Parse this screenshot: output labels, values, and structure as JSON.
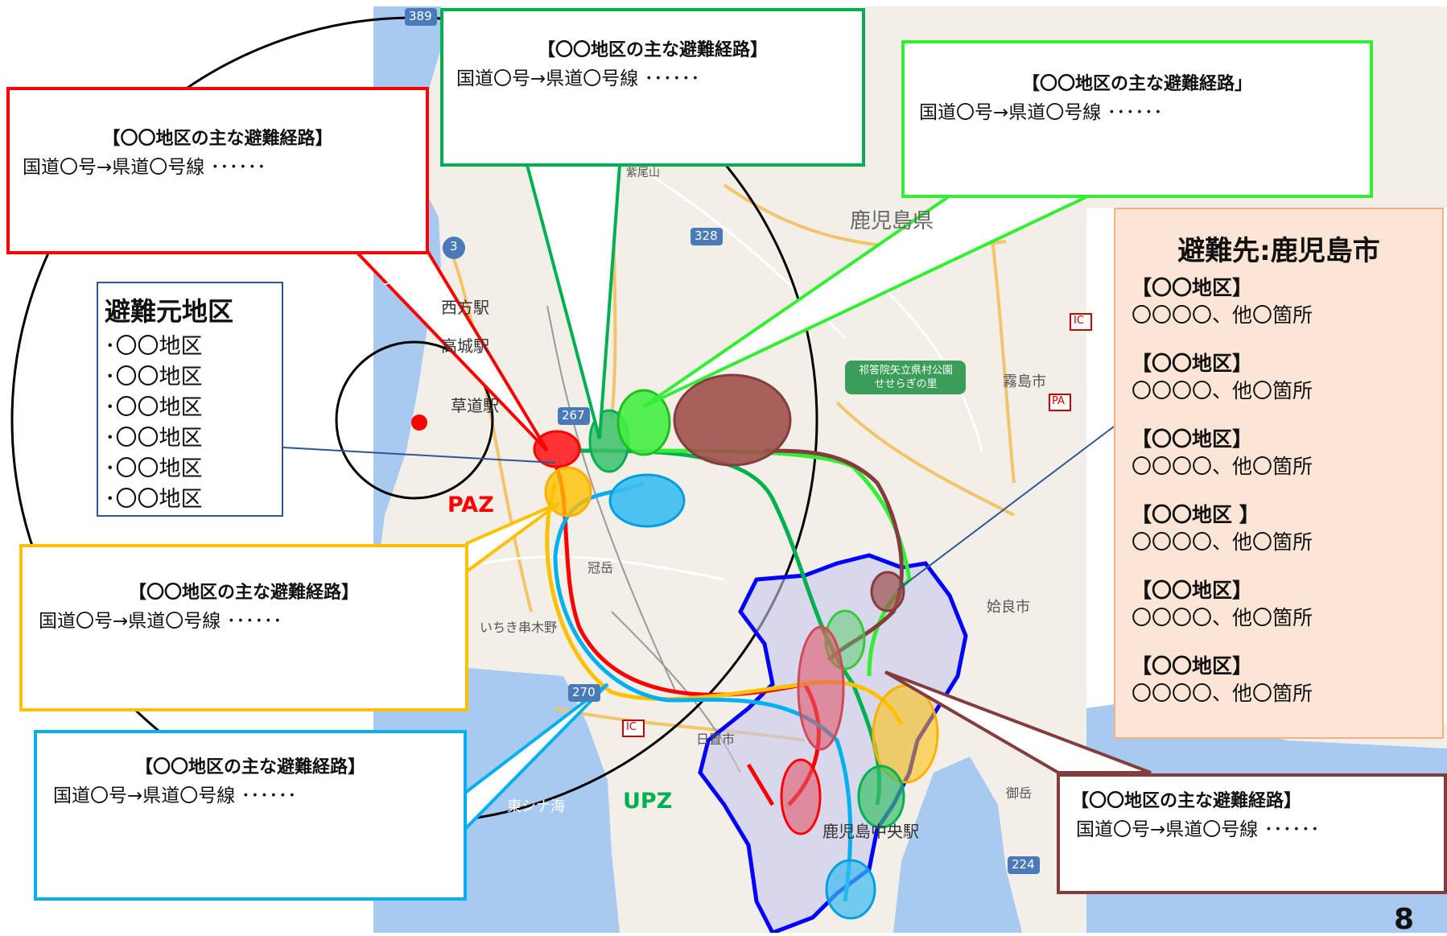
{
  "callouts": [
    {
      "id": "red",
      "title": "【〇〇地区の主な避難経路】",
      "route": "国道〇号→県道〇号線 ･･････"
    },
    {
      "id": "green",
      "title": "【〇〇地区の主な避難経路】",
      "route": "国道〇号→県道〇号線 ･･････"
    },
    {
      "id": "lime",
      "title": "【〇〇地区の主な避難経路」",
      "route": "国道〇号→県道〇号線 ･･････"
    },
    {
      "id": "orange",
      "title": "【〇〇地区の主な避難経路】",
      "route": "国道〇号→県道〇号線 ･･････"
    },
    {
      "id": "blue",
      "title": "【〇〇地区の主な避難経路】",
      "route": "国道〇号→県道〇号線 ･･････"
    },
    {
      "id": "brown",
      "title": "【〇〇地区の主な避難経路】",
      "route": "国道〇号→県道〇号線 ･･････"
    }
  ],
  "source_areas": {
    "title": "避難元地区",
    "items": [
      "･〇〇地区",
      "･〇〇地区",
      "･〇〇地区",
      "･〇〇地区",
      "･〇〇地区",
      "･〇〇地区"
    ]
  },
  "destination": {
    "title": "避難先:鹿児島市",
    "groups": [
      {
        "district": "【〇〇地区】",
        "facilities": "〇〇〇〇、他〇箇所"
      },
      {
        "district": "【〇〇地区】",
        "facilities": "〇〇〇〇、他〇箇所"
      },
      {
        "district": "【〇〇地区】",
        "facilities": "〇〇〇〇、他〇箇所"
      },
      {
        "district": "【〇〇地区 】",
        "facilities": "〇〇〇〇、他〇箇所"
      },
      {
        "district": "【〇〇地区】",
        "facilities": "〇〇〇〇、他〇箇所"
      },
      {
        "district": "【〇〇地区】",
        "facilities": "〇〇〇〇、他〇箇所"
      }
    ]
  },
  "zones": {
    "paz": "PAZ",
    "upz": "UPZ"
  },
  "map_labels": {
    "prefecture": "鹿児島県",
    "nishikata": "西方駅",
    "satsuma_takagi": "高城駅",
    "kusamichi": "草道駅",
    "kanmuri": "冠岳",
    "ichiki": "いちき串木野",
    "hioki": "日置市",
    "kirishima": "霧島市",
    "aira": "姶良市",
    "kagoshima_chuo": "鹿児島中央駅",
    "higashi_shinakai": "東シナ海",
    "east_sea_top": "シナ海",
    "gogaku": "御岳",
    "park": "祁答院矢立県村公園\nせせらぎの里",
    "route_3": "3",
    "route_267": "267",
    "route_328": "328",
    "route_270": "270",
    "route_224": "224",
    "route_389": "389",
    "ic": "IC",
    "pa": "PA",
    "kanzaki": "紫尾山"
  },
  "page_number": "8",
  "colors": {
    "red": "#ff0000",
    "green": "#00b050",
    "lime": "#33ee33",
    "orange": "#ffc000",
    "blue": "#00b0f0",
    "brown": "#843c3c",
    "navy": "#0000ff",
    "sea": "#a8c9f0",
    "land": "#f2efe8"
  }
}
